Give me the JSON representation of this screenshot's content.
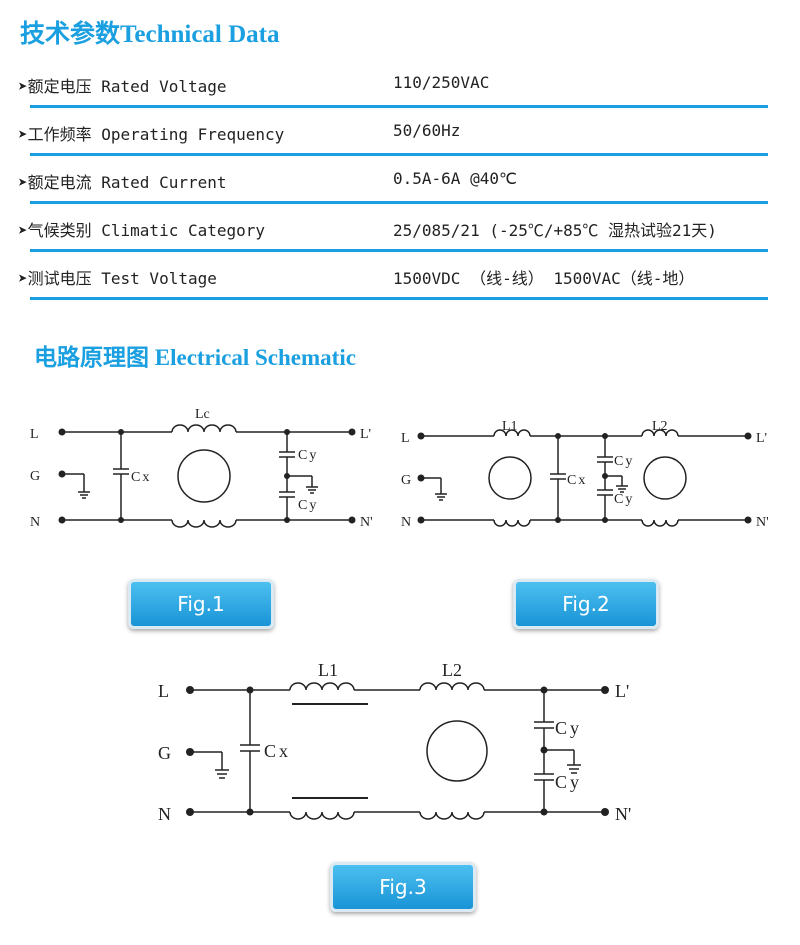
{
  "tech": {
    "title": "技术参数Technical Data",
    "rows": [
      {
        "label": "➤额定电压 Rated Voltage",
        "value": "110/250VAC"
      },
      {
        "label": "➤工作频率 Operating Frequency",
        "value": "50/60Hz"
      },
      {
        "label": "➤额定电流 Rated Current",
        "value": "0.5A-6A @40℃"
      },
      {
        "label": "➤气候类别 Climatic Category",
        "value": "25/085/21 (-25℃/+85℃ 湿热试验21天)"
      },
      {
        "label": "➤测试电压 Test Voltage",
        "value": "1500VDC （线-线）  1500VAC（线-地）"
      }
    ]
  },
  "schematic": {
    "title": "电路原理图 Electrical Schematic",
    "fig1": {
      "button": "Fig.1",
      "L": "L",
      "G": "G",
      "N": "N",
      "Lout": "L'",
      "Nout": "N'",
      "Lc": "Lc",
      "Cx": "Cx",
      "Cy1": "Cy",
      "Cy2": "Cy"
    },
    "fig2": {
      "button": "Fig.2",
      "L": "L",
      "G": "G",
      "N": "N",
      "Lout": "L'",
      "Nout": "N'",
      "L1": "L1",
      "L2": "L2",
      "Cx": "Cx",
      "Cy1": "Cy",
      "Cy2": "Cy"
    },
    "fig3": {
      "button": "Fig.3",
      "L": "L",
      "G": "G",
      "N": "N",
      "Lout": "L'",
      "Nout": "N'",
      "L1": "L1",
      "L2": "L2",
      "Cx": "Cx",
      "Cy1": "Cy",
      "Cy2": "Cy"
    }
  },
  "colors": {
    "accent": "#1a9fe0",
    "button": "#1994d6"
  }
}
